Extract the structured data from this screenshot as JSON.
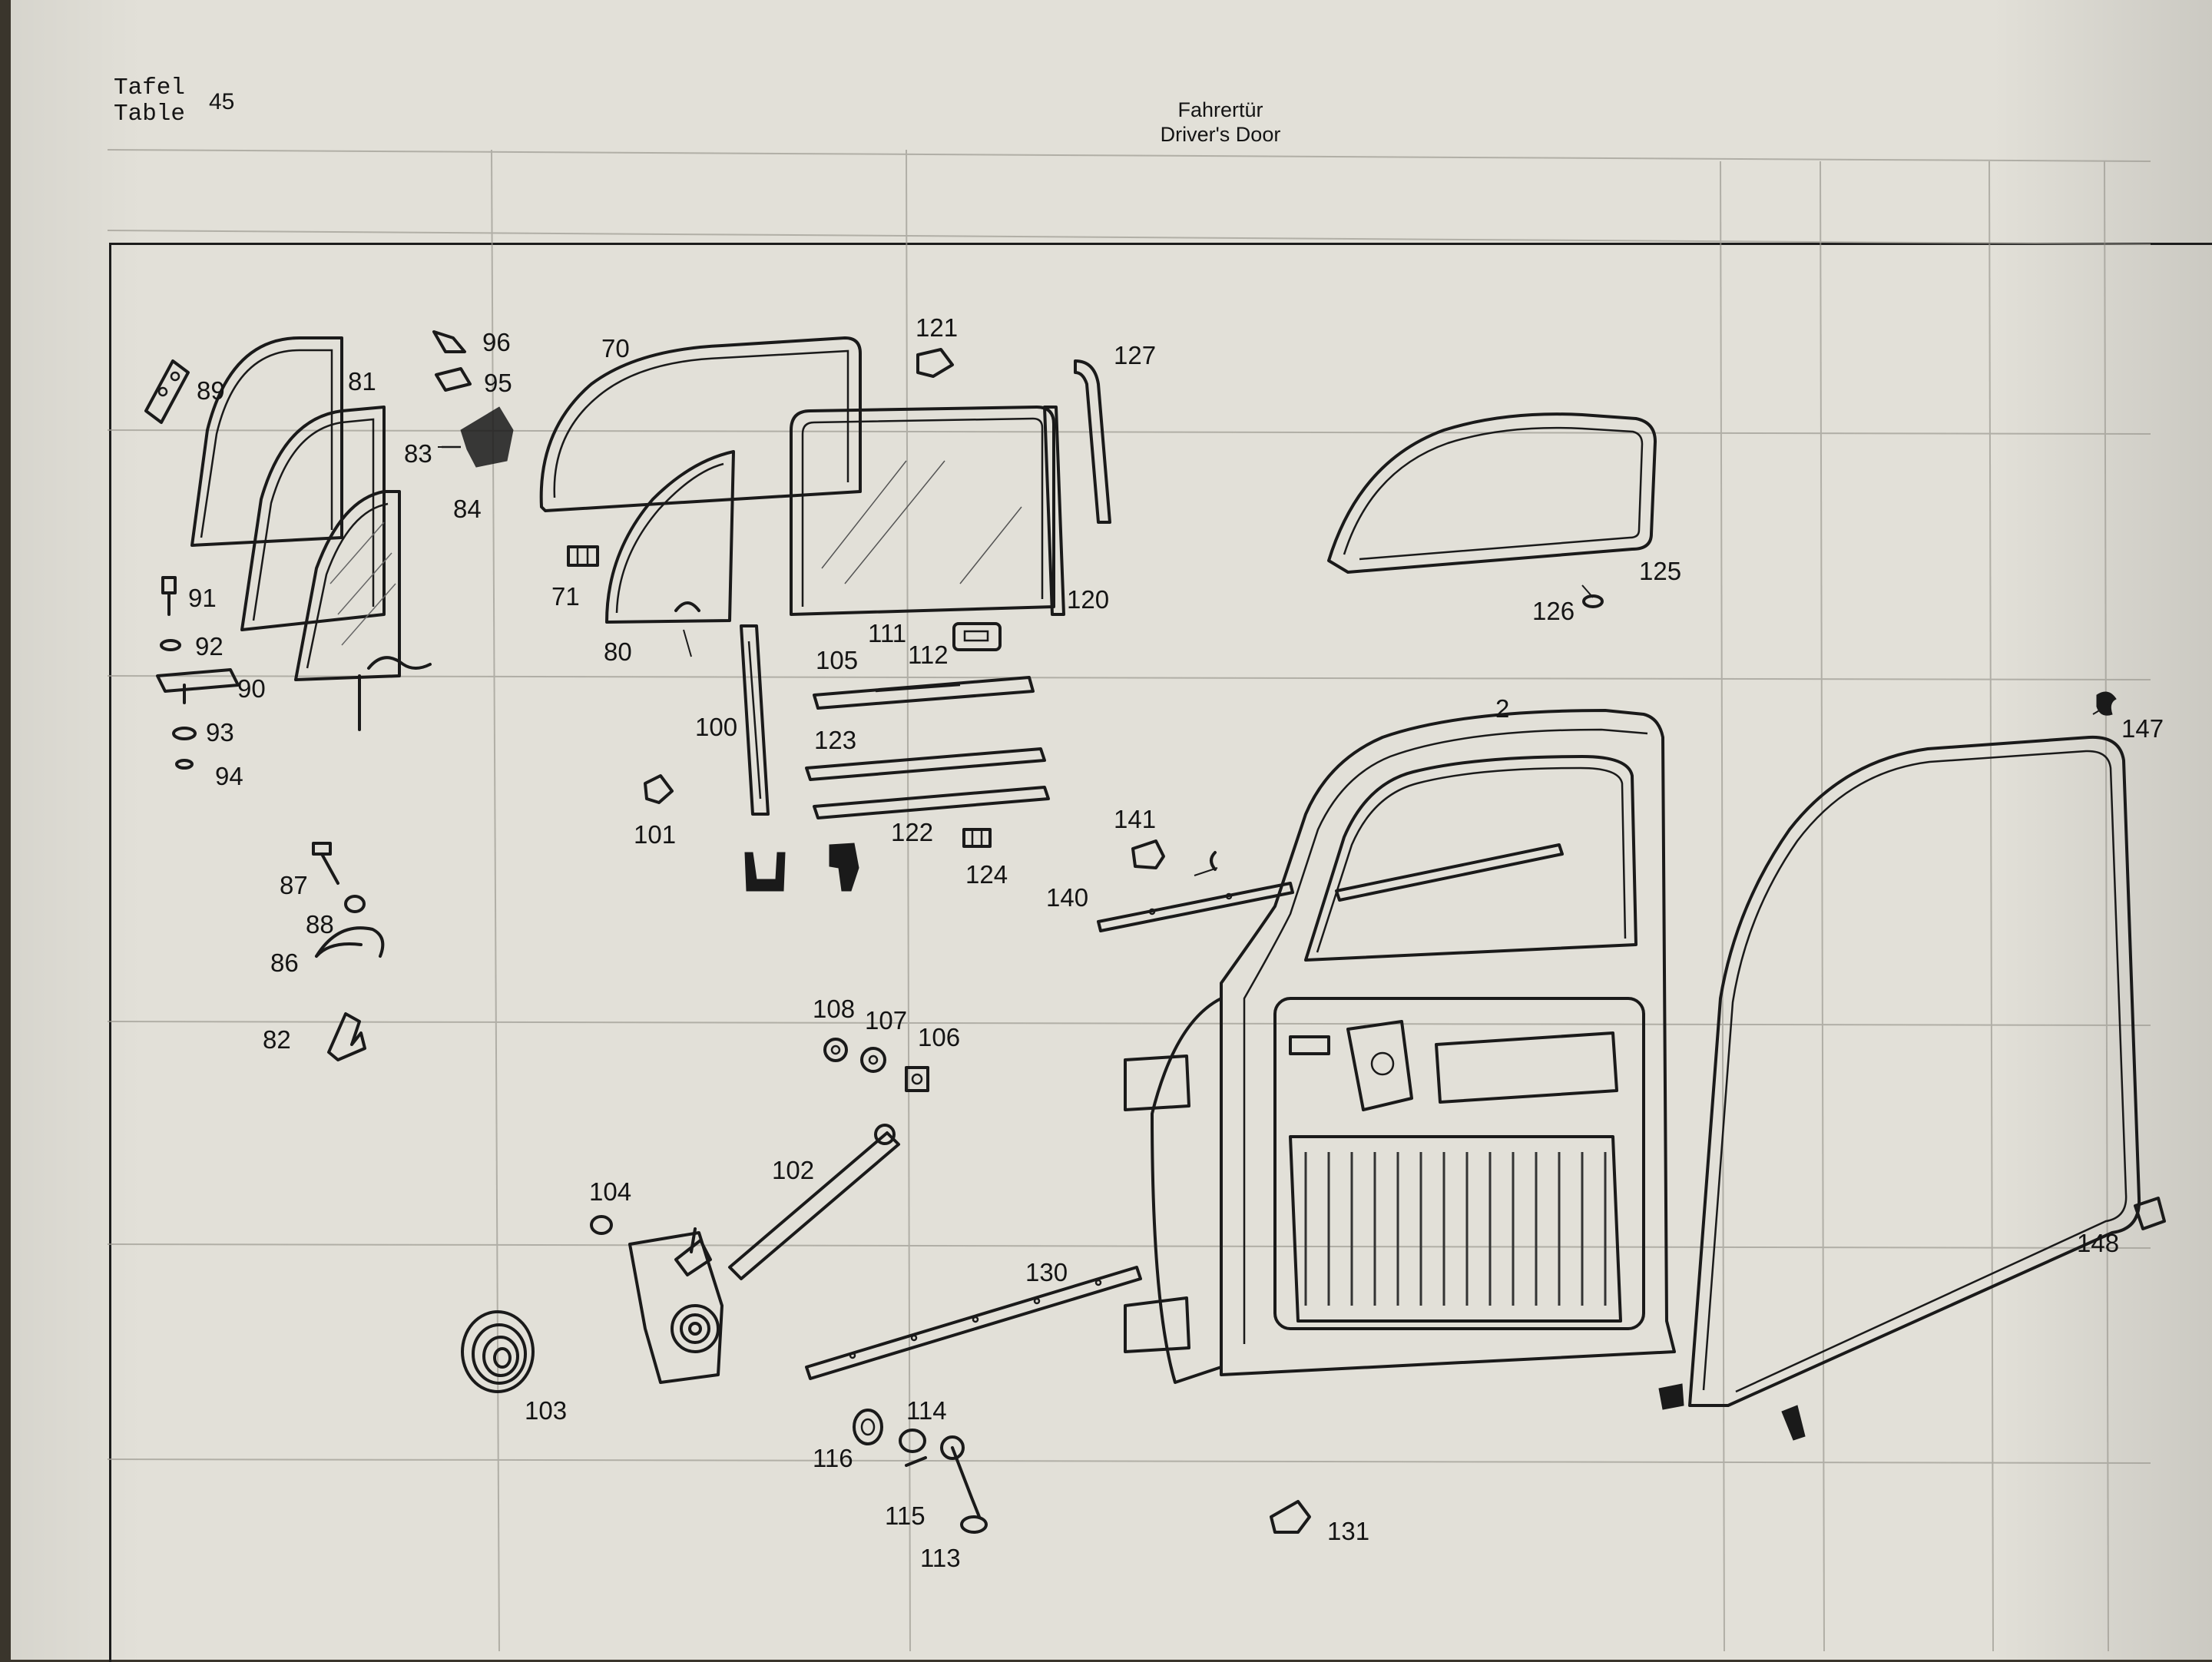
{
  "header": {
    "tafel": "Tafel",
    "table": "Table",
    "number": "45",
    "title_de": "Fahrertür",
    "title_en": "Driver's Door"
  },
  "callouts": {
    "c2": "2",
    "c70": "70",
    "c71": "71",
    "c80": "80",
    "c81": "81",
    "c82": "82",
    "c83": "83",
    "c84": "84",
    "c86": "86",
    "c87": "87",
    "c88": "88",
    "c89": "89",
    "c90": "90",
    "c91": "91",
    "c92": "92",
    "c93": "93",
    "c94": "94",
    "c95": "95",
    "c96": "96",
    "c100": "100",
    "c101": "101",
    "c102": "102",
    "c103": "103",
    "c104": "104",
    "c105": "105",
    "c106": "106",
    "c107": "107",
    "c108": "108",
    "c111": "111",
    "c112": "112",
    "c113": "113",
    "c114": "114",
    "c115": "115",
    "c116": "116",
    "c120": "120",
    "c121": "121",
    "c122": "122",
    "c123": "123",
    "c124": "124",
    "c125": "125",
    "c126": "126",
    "c127": "127",
    "c130": "130",
    "c131": "131",
    "c140": "140",
    "c141": "141",
    "c147": "147",
    "c148": "148"
  }
}
